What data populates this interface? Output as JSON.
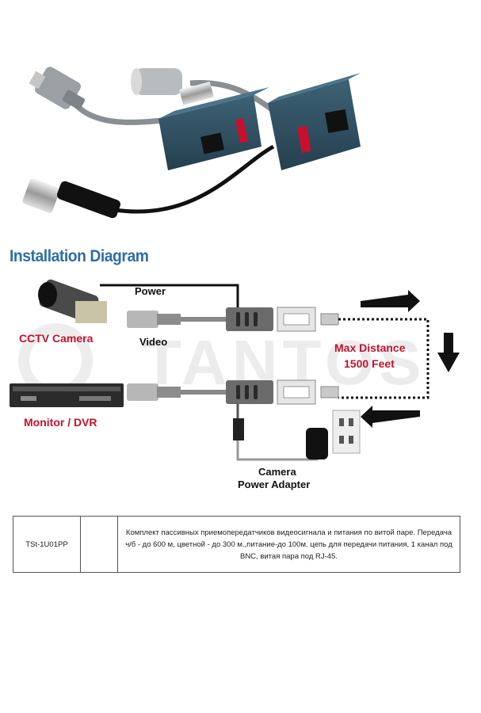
{
  "diagram": {
    "title": "Installation Diagram",
    "labels": {
      "camera": "CCTV Camera",
      "dvr": "Monitor / DVR",
      "power": "Power",
      "video": "Video",
      "max_distance_line1": "Max Distance",
      "max_distance_line2": "1500 Feet",
      "adapter_line1": "Camera",
      "adapter_line2": "Power Adapter"
    },
    "watermark": "TANTOS",
    "colors": {
      "title": "#2e6ea6",
      "label_red": "#c8102e",
      "balun_body": "#2f4f62",
      "diagram_grey": "#6b6b6b"
    }
  },
  "spec_table": {
    "model": "TSt-1U01PP",
    "blank": "",
    "description": "Комплект пассивных приемопередатчиков видеосигнала  и питания по витой паре. Передача ч/б - до 600 м, цветной - до 300 м.,питание-до 100м. цепь для передачи питания,  1 канал под BNC, витая пара под RJ-45."
  }
}
